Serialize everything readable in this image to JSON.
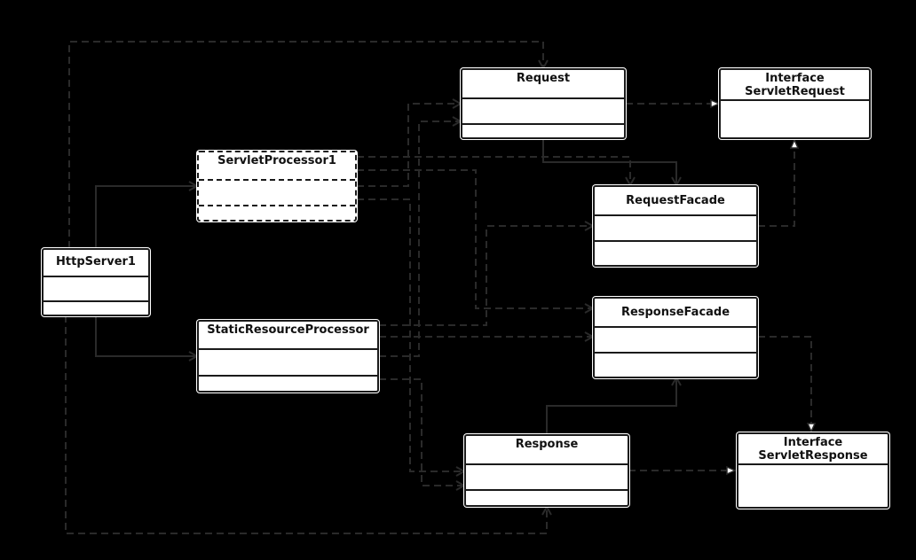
{
  "diagram": {
    "classes": {
      "request": {
        "name": "Request"
      },
      "servlet_request": {
        "line1": "Interface",
        "line2": "ServletRequest"
      },
      "servlet_processor": {
        "name": "ServletProcessor1"
      },
      "request_facade": {
        "name": "RequestFacade"
      },
      "http_server": {
        "name": "HttpServer1"
      },
      "response_facade": {
        "name": "ResponseFacade"
      },
      "static_processor": {
        "name": "StaticResourceProcessor"
      },
      "response": {
        "name": "Response"
      },
      "servlet_response": {
        "line1": "Interface",
        "line2": "ServletResponse"
      }
    }
  }
}
